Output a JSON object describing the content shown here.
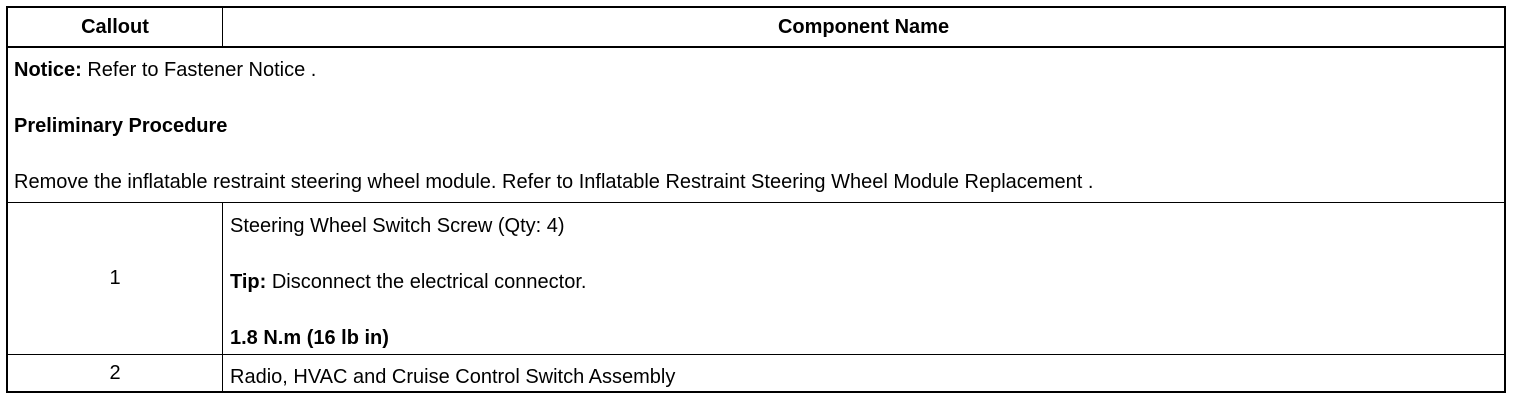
{
  "header": {
    "callout": "Callout",
    "component_name": "Component Name"
  },
  "notice": {
    "label": "Notice:",
    "text": " Refer to Fastener Notice ."
  },
  "preliminary": {
    "title": "Preliminary Procedure",
    "text": "Remove the inflatable restraint steering wheel module. Refer to Inflatable Restraint Steering Wheel Module Replacement ."
  },
  "rows": [
    {
      "callout": "1",
      "name": "Steering Wheel Switch Screw (Qty: 4)",
      "tip_label": "Tip:",
      "tip_text": " Disconnect the electrical connector.",
      "torque": "1.8 N.m (16 lb in)"
    },
    {
      "callout": "2",
      "name": "Radio, HVAC and Cruise Control Switch Assembly"
    }
  ]
}
